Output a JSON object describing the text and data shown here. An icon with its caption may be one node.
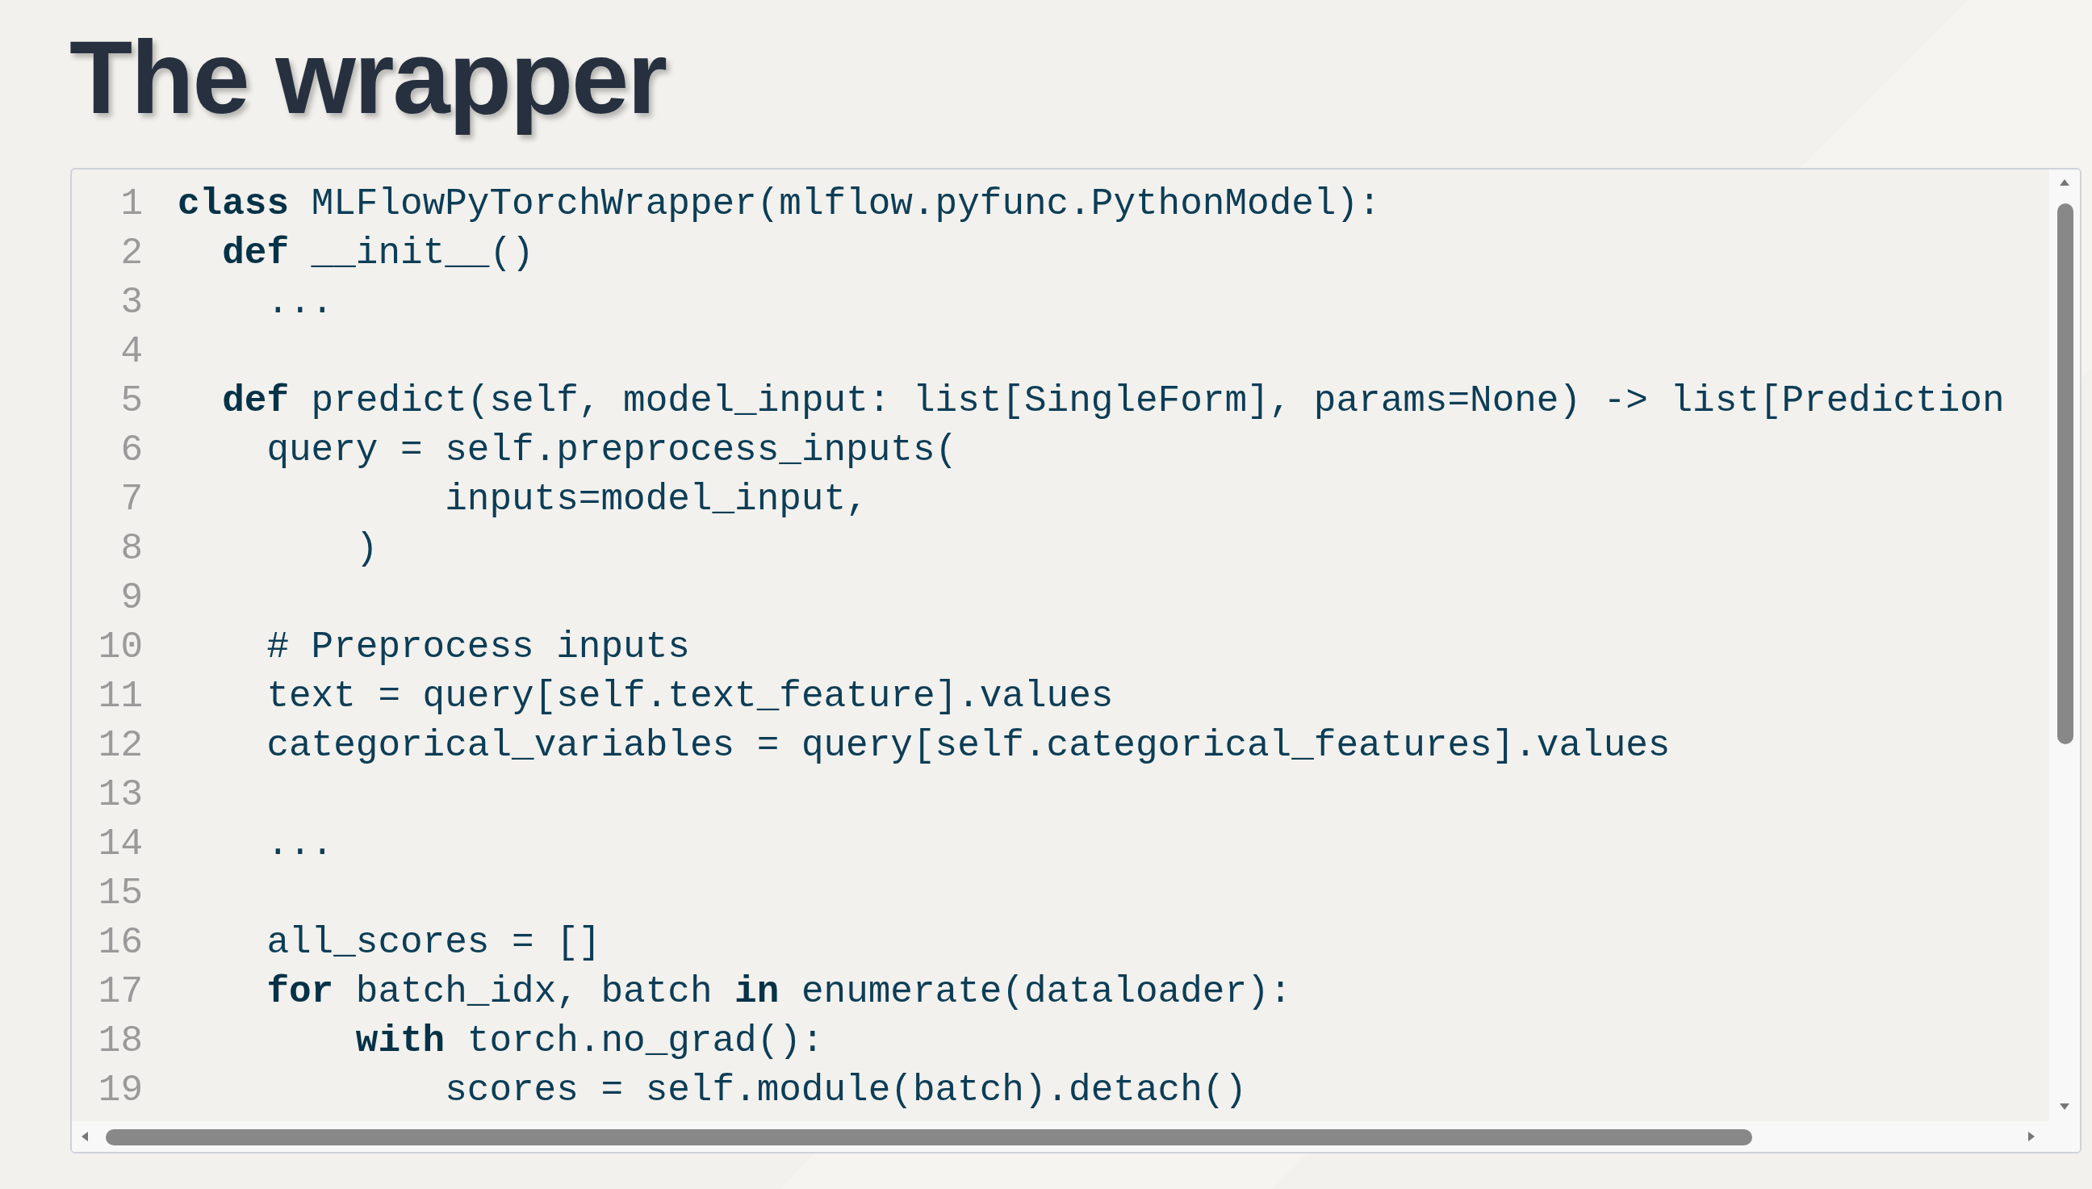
{
  "diagram": {
    "title": "The wrapper",
    "labels": [
      "1",
      "**class** MLFlowPyTorchWrapper(mlflow.pyfunc.PythonModel):",
      "2",
      "**def** __init__()",
      "3",
      "...",
      "4",
      "5",
      "**def** predict(self, model_input: list[SingleForm], params=None) -> list[Prediction",
      "6",
      "query = self.preprocess_inputs(",
      "7",
      "inputs=model_input,",
      "8",
      ")",
      "9",
      "10",
      "# Preprocess inputs",
      "11",
      "text = query[self.text_feature].values",
      "12",
      "categorical_variables = query[self.categorical_features].values",
      "13",
      "14",
      "...",
      "15",
      "16",
      "all_scores = []",
      "17",
      "**for** batch_idx, batch **in** enumerate(dataloader):",
      "18",
      "**with** torch.no_grad():",
      "19",
      "scores = self.module(batch).detach()"
    ]
  }
}
